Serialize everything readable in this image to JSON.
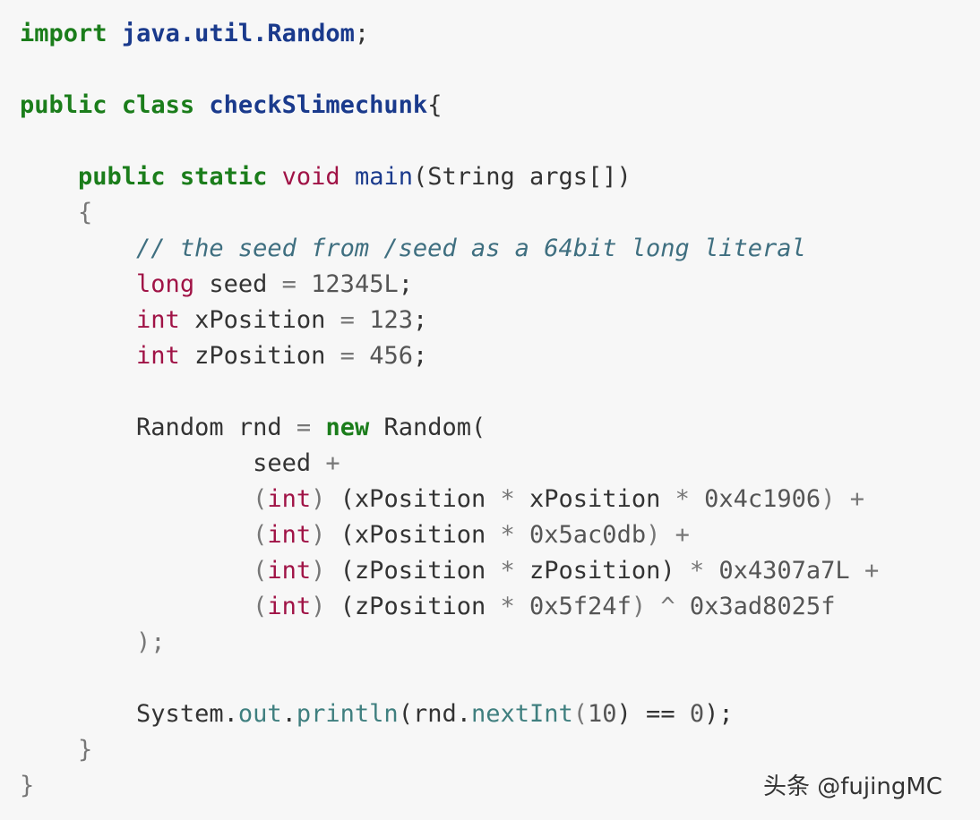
{
  "code": {
    "l1_kw": "import",
    "l1_pkg": "java.util.Random",
    "l1_end": ";",
    "l3_kw1": "public",
    "l3_kw2": "class",
    "l3_name": "checkSlimechunk",
    "l3_brace": "{",
    "l5_kw1": "public",
    "l5_kw2": "static",
    "l5_type": "void",
    "l5_fn": "main",
    "l5_params": "(String args[])",
    "l6_brace": "{",
    "l7_comment": "// the seed from /seed as a 64bit long literal",
    "l8_type": "long",
    "l8_var": "seed",
    "l8_eq": "=",
    "l8_val": "12345L",
    "l8_end": ";",
    "l9_type": "int",
    "l9_var": "xPosition",
    "l9_eq": "=",
    "l9_val": "123",
    "l9_end": ";",
    "l10_type": "int",
    "l10_var": "zPosition",
    "l10_eq": "=",
    "l10_val": "456",
    "l10_end": ";",
    "l12_type": "Random",
    "l12_var": "rnd",
    "l12_eq": "=",
    "l12_new": "new",
    "l12_ctor": "Random(",
    "l13_var": "seed",
    "l13_op": "+",
    "l14_open": "(",
    "l14_cast": "int",
    "l14_close": ")",
    "l14_expr": "(xPosition",
    "l14_op1": "*",
    "l14_var2": "xPosition",
    "l14_op2": "*",
    "l14_num": "0x4c1906",
    "l14_rp": ")",
    "l14_plus": "+",
    "l15_open": "(",
    "l15_cast": "int",
    "l15_close": ")",
    "l15_expr": "(xPosition",
    "l15_op1": "*",
    "l15_num": "0x5ac0db",
    "l15_rp": ")",
    "l15_plus": "+",
    "l16_open": "(",
    "l16_cast": "int",
    "l16_close": ")",
    "l16_expr": "(zPosition",
    "l16_op1": "*",
    "l16_var2": "zPosition)",
    "l16_op2": "*",
    "l16_num": "0x4307a7L",
    "l16_plus": "+",
    "l17_open": "(",
    "l17_cast": "int",
    "l17_close": ")",
    "l17_expr": "(zPosition",
    "l17_op1": "*",
    "l17_num": "0x5f24f",
    "l17_rp": ")",
    "l17_xor": "^",
    "l17_num2": "0x3ad8025f",
    "l18_end": ");",
    "l20_sys": "System.",
    "l20_out": "out",
    "l20_dot": ".",
    "l20_println": "println",
    "l20_args": "(rnd.",
    "l20_next": "nextInt",
    "l20_call": "(",
    "l20_ten": "10",
    "l20_rest": ") ==",
    "l20_zero": "0",
    "l20_end": ");",
    "l21_brace": "}",
    "l22_brace": "}"
  },
  "watermark": "头条 @fujingMC",
  "colors": {
    "background": "#f7f7f7",
    "keyword": "#1b7d1b",
    "type_keyword": "#a01346",
    "class_name": "#1a3a8c",
    "comment": "#3f6f80",
    "text": "#333333"
  }
}
